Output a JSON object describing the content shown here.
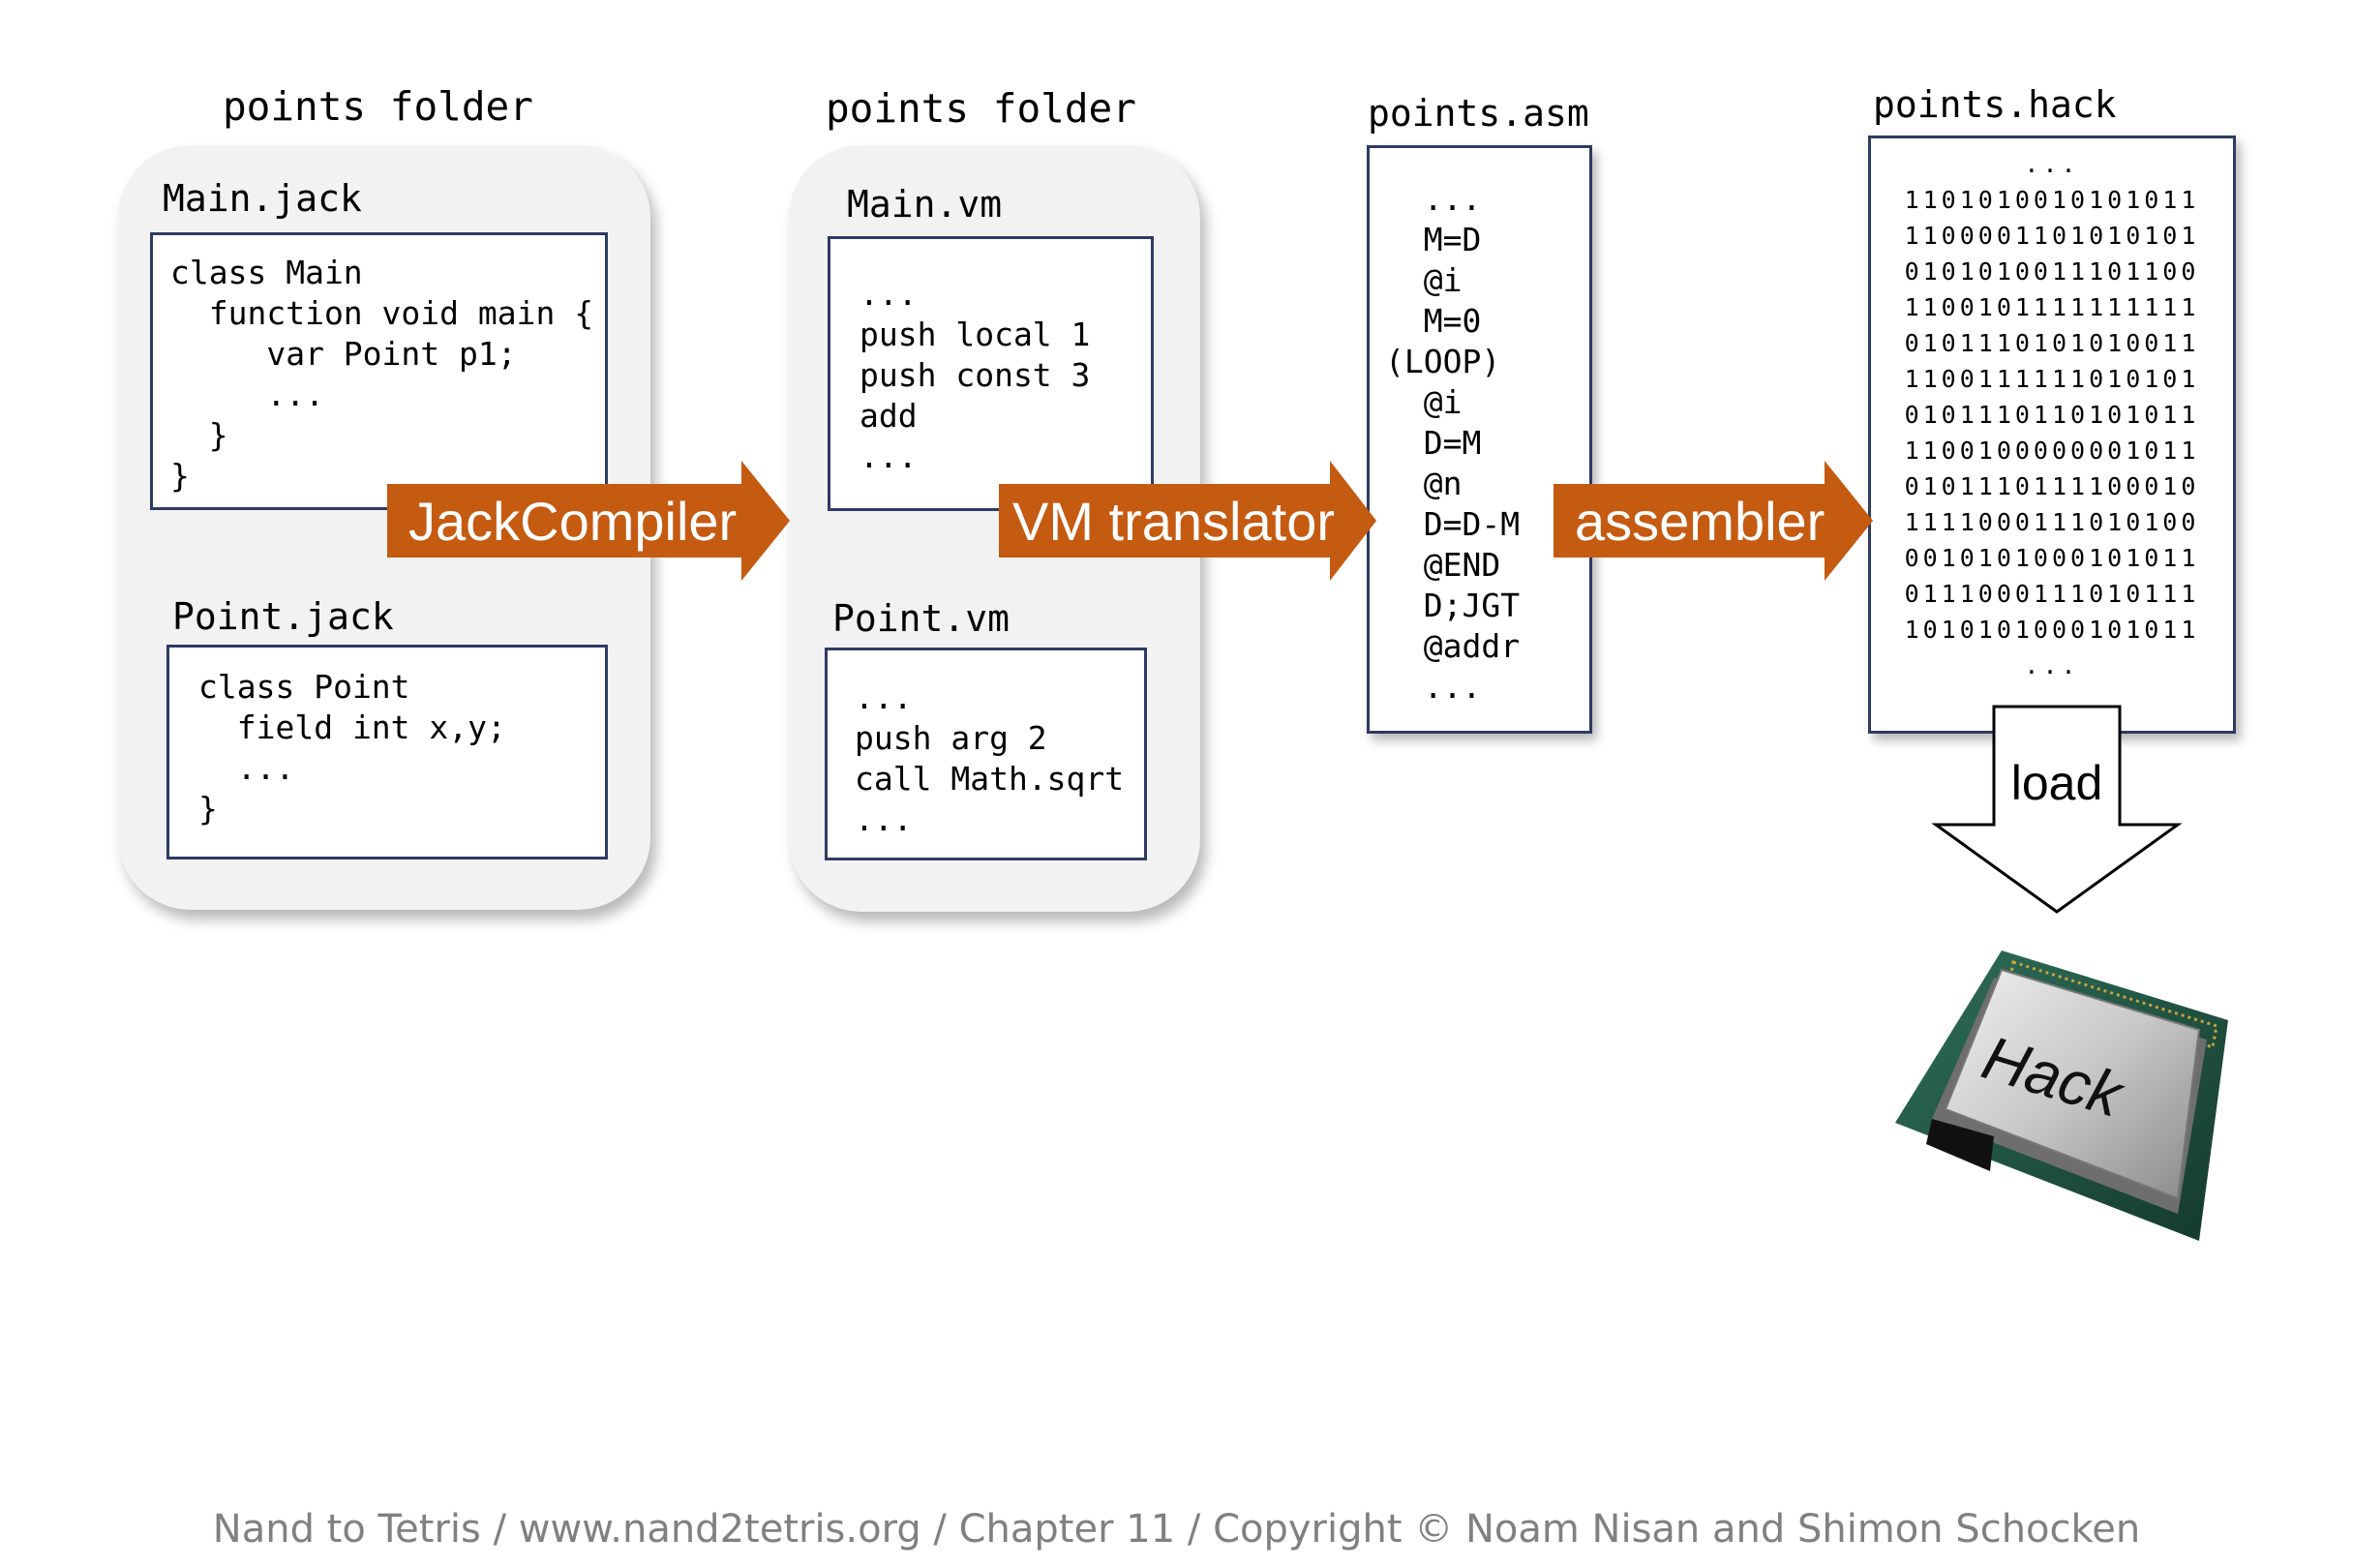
{
  "stage1": {
    "folder_label": "points folder",
    "main_file": {
      "name": "Main.jack",
      "lines": [
        "class Main",
        "  function void main {",
        "     var Point p1;",
        "     ...",
        "  }",
        "}"
      ]
    },
    "point_file": {
      "name": "Point.jack",
      "lines": [
        "class Point",
        "  field int x,y;",
        "  ...",
        "}"
      ]
    }
  },
  "arrow1": {
    "label": "JackCompiler"
  },
  "stage2": {
    "folder_label": "points folder",
    "main_file": {
      "name": "Main.vm",
      "lines": [
        "...",
        "push local 1",
        "push const 3",
        "add",
        "..."
      ]
    },
    "point_file": {
      "name": "Point.vm",
      "lines": [
        "...",
        "push arg 2",
        "call Math.sqrt",
        "..."
      ]
    }
  },
  "arrow2": {
    "label": "VM translator"
  },
  "stage3": {
    "file_label": "points.asm",
    "lines": [
      "  ...",
      "  M=D",
      "  @i",
      "  M=0",
      "(LOOP)",
      "  @i",
      "  D=M",
      "  @n",
      "  D=D-M",
      "  @END",
      "  D;JGT",
      "  @addr",
      "  ..."
    ]
  },
  "arrow3": {
    "label": "assembler"
  },
  "stage4": {
    "file_label": "points.hack",
    "lines": [
      "...",
      "1101010010101011",
      "1100001101010101",
      "0101010011101100",
      "1100101111111111",
      "0101110101010011",
      "1100111111010101",
      "0101110110101011",
      "1100100000001011",
      "0101110111100010",
      "1111000111010100",
      "0010101000101011",
      "0111000111010111",
      "1010101000101011",
      "..."
    ]
  },
  "load_arrow": {
    "label": "load"
  },
  "chip": {
    "label": "Hack"
  },
  "footer": "Nand to Tetris / www.nand2tetris.org / Chapter 11 / Copyright © Noam Nisan and Shimon Schocken",
  "colors": {
    "arrow": "#c55a11",
    "box_border": "#2e3b63",
    "folder_bg": "#f2f2f2",
    "footer_text": "#808080"
  }
}
